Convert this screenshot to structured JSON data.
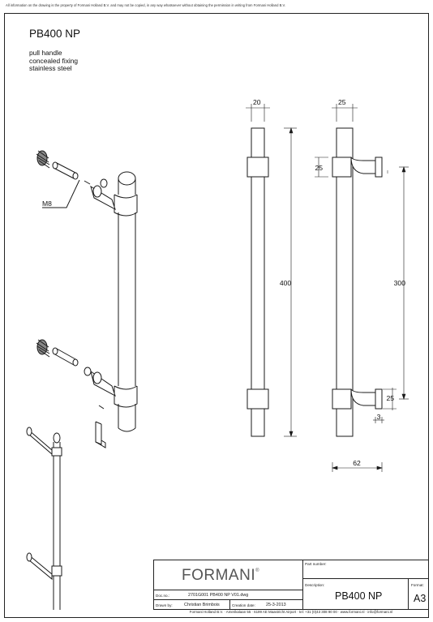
{
  "disclaimer": "All information on the drawing is the property of Formani Holland B.V. and may not be copied, in any way whatsoever without obtaining the permission in writing from Formani Holland B.V.",
  "product": {
    "title": "PB400 NP",
    "lines": [
      "pull handle",
      "concealed fixing",
      "stainless steel"
    ]
  },
  "exploded_view": {
    "thread_label": "M8"
  },
  "dimensions": {
    "front_width": "20",
    "side_width": "25",
    "overall_length": "400",
    "center_to_center": "300",
    "top_foot": "25",
    "bottom_foot": "25",
    "foot_gap": "3",
    "projection": "62"
  },
  "title_block": {
    "logo": "FORMANI",
    "logo_mark": "®",
    "part_number_label": "Part number:",
    "part_number": "",
    "description_label": "Description:",
    "description": "PB400 NP",
    "format_label": "Format:",
    "format": "A3",
    "doc_label": "Doc.no.:",
    "doc_no": "2701G001 PB400 NP V01.dwg",
    "drawn_label": "Drawn by:",
    "drawn_by": "Christian Brimbois",
    "creation_label": "Creation date:",
    "creation_date": "25-3-2013",
    "footer": "Formani Holland B.V. · Amerikalaan 55 · 6199 AE Maastricht Airport · tel: +31 (0)43 308 90 00 · www.formani.nl · info@formani.nl"
  }
}
